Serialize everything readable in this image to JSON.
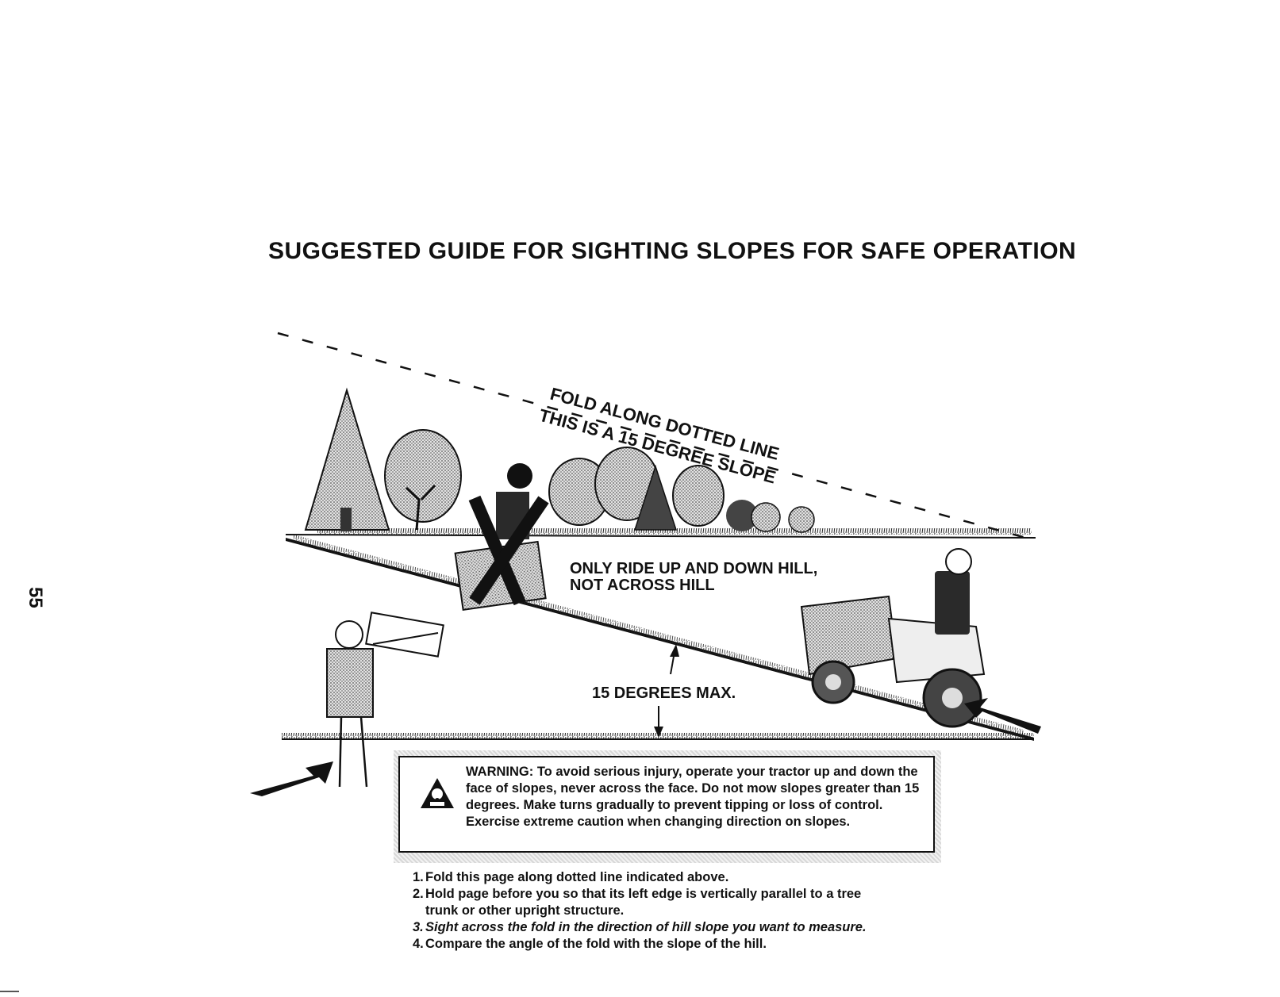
{
  "page": {
    "title": "SUGGESTED GUIDE FOR SIGHTING SLOPES FOR SAFE OPERATION",
    "page_number": "55"
  },
  "diagram": {
    "fold_line_text": "FOLD ALONG DOTTED LINE",
    "slope_text": "THIS IS A 15 DEGREE SLOPE",
    "ride_note_line1": "ONLY RIDE UP AND DOWN HILL,",
    "ride_note_line2": "NOT ACROSS HILL",
    "max_angle_label": "15 DEGREES MAX."
  },
  "warning": {
    "text": "WARNING: To avoid serious injury, operate your tractor up and down the face of slopes, never across the face. Do not mow slopes greater than 15 degrees. Make turns gradually to prevent tipping or loss of control. Exercise extreme caution when changing direction on slopes."
  },
  "steps": [
    {
      "num": "1.",
      "text": "Fold this page along dotted line indicated above."
    },
    {
      "num": "2.",
      "text": "Hold page before you so that its left edge is vertically parallel to a tree",
      "cont": "trunk or other upright structure."
    },
    {
      "num": "3.",
      "text": "Sight across the fold in the direction of hill slope you want to measure."
    },
    {
      "num": "4.",
      "text": "Compare the angle of the fold with the slope of the hill."
    }
  ],
  "colors": {
    "ink": "#111111",
    "shade": "#9a9a9a",
    "light_shade": "#cfcfcf"
  }
}
